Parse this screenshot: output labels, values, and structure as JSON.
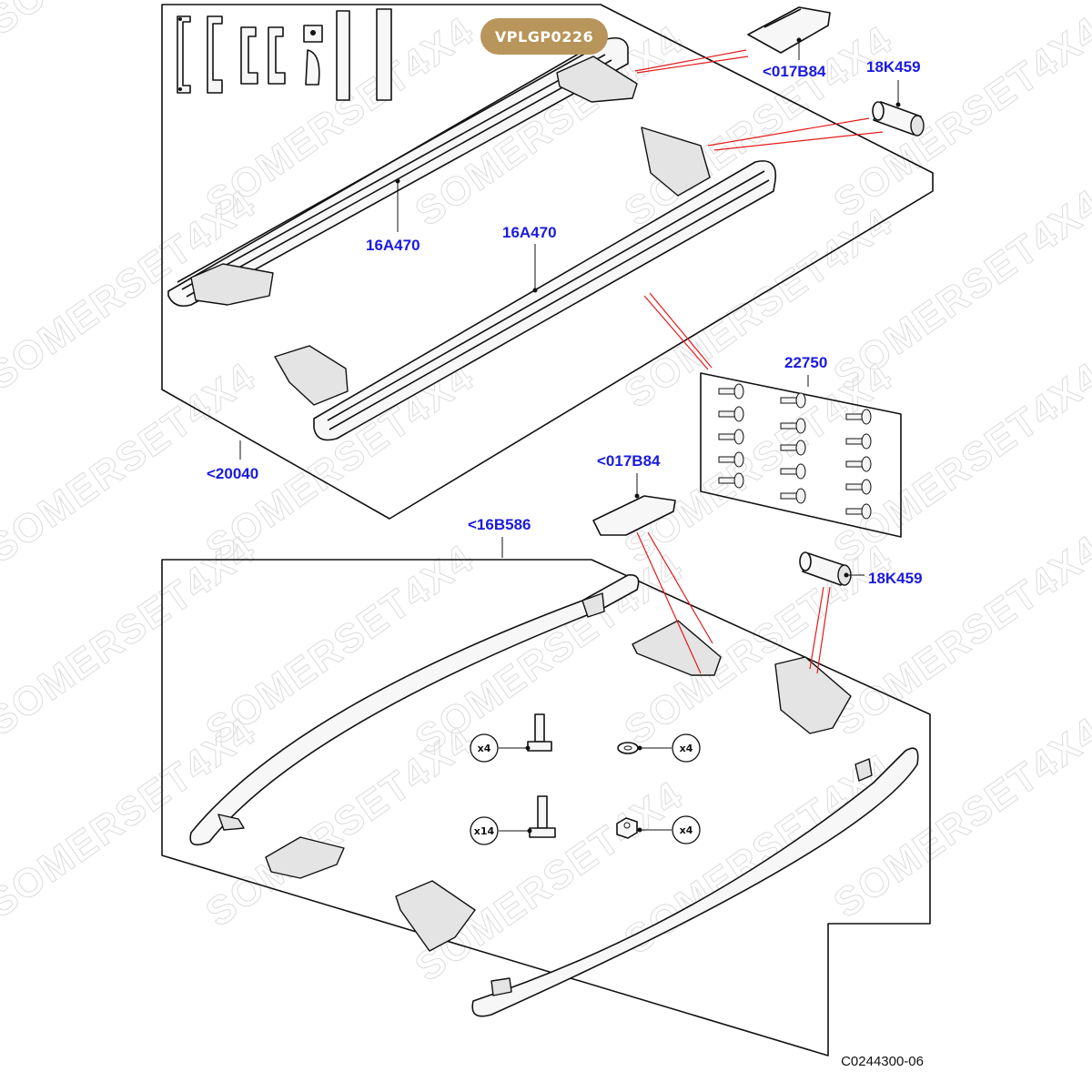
{
  "badge": {
    "text": "VPLGP0226",
    "color": "#b8955a"
  },
  "watermark": {
    "text": "SOMERSET4X4"
  },
  "labels": {
    "bracket_cover_top": "<017B84",
    "bush_top": "18K459",
    "step_left": "16A470",
    "step_right": "16A470",
    "kit_top": "<20040",
    "rivets": "22750",
    "bracket_cover_bottom": "<017B84",
    "kit_bottom": "<16B586",
    "bush_bottom": "18K459"
  },
  "quantities": {
    "bolt_short": "x4",
    "washer": "x4",
    "bolt_long": "x14",
    "nut": "x4"
  },
  "figure_code": "C0244300-06",
  "colors": {
    "label": "#1a1ae0",
    "leader_red": "#e31b1b",
    "line": "#111111"
  }
}
